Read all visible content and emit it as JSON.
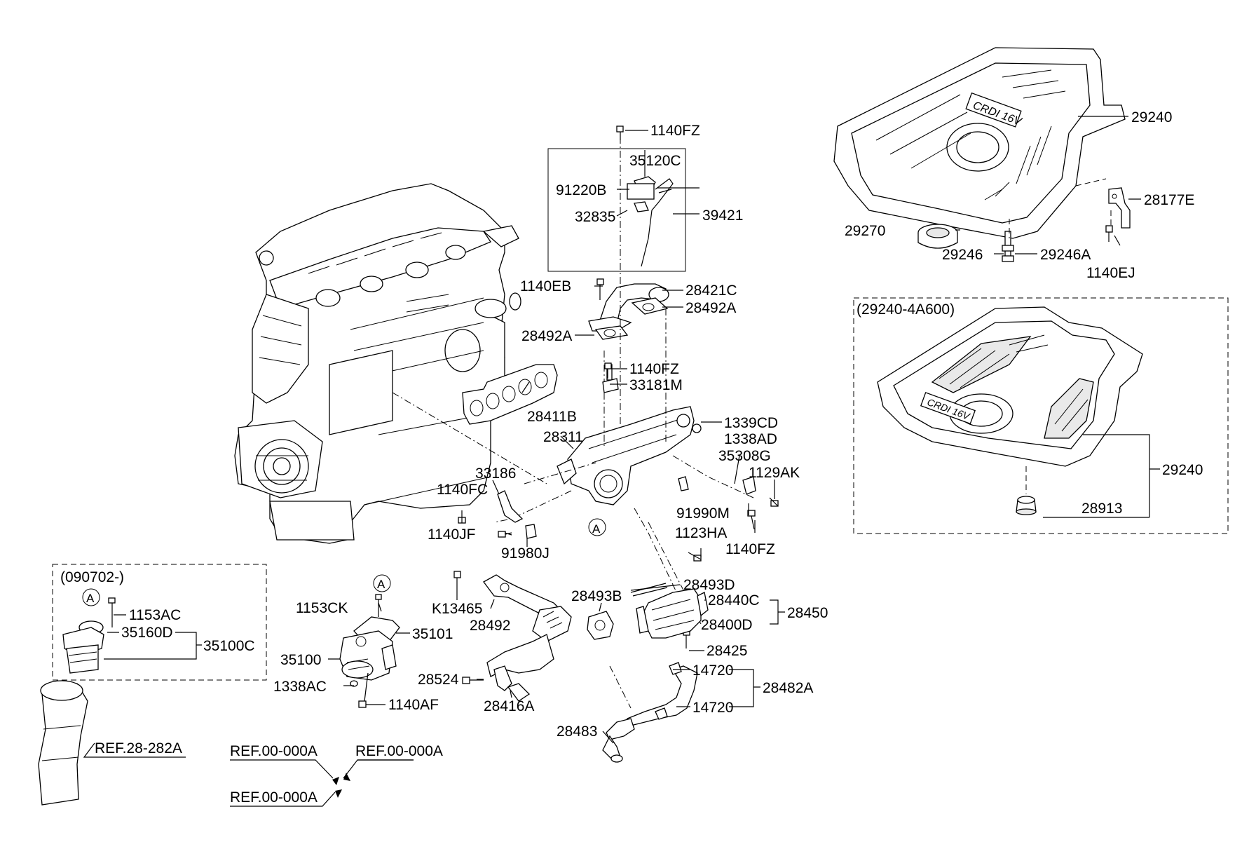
{
  "labels": {
    "l_1140FZ_top": "1140FZ",
    "l_35120C": "35120C",
    "l_91220B": "91220B",
    "l_39421": "39421",
    "l_32835": "32835",
    "l_1140EB": "1140EB",
    "l_28421C": "28421C",
    "l_28492A_r": "28492A",
    "l_28492A_l": "28492A",
    "l_1140FZ_mid": "1140FZ",
    "l_33181M": "33181M",
    "l_28411B": "28411B",
    "l_28311": "28311",
    "l_1339CD": "1339CD",
    "l_1338AD": "1338AD",
    "l_35308G": "35308G",
    "l_33186": "33186",
    "l_1129AK": "1129AK",
    "l_1140FC": "1140FC",
    "l_91990M": "91990M",
    "l_1140JF": "1140JF",
    "l_1123HA": "1123HA",
    "l_1140FZ_low": "1140FZ",
    "l_91980J": "91980J",
    "l_A_mid": "A",
    "l_29240_top": "29240",
    "l_28177E": "28177E",
    "l_29270": "29270",
    "l_29246": "29246",
    "l_29246A": "29246A",
    "l_1140EJ": "1140EJ",
    "l_variant_box": "(29240-4A600)",
    "l_29240_box": "29240",
    "l_28913": "28913",
    "l_090702": "(090702-)",
    "l_A_box": "A",
    "l_1153AC": "1153AC",
    "l_35160D": "35160D",
    "l_35100C": "35100C",
    "l_A_therm": "A",
    "l_1153CK": "1153CK",
    "l_35101": "35101",
    "l_35100": "35100",
    "l_1338AC": "1338AC",
    "l_1140AF": "1140AF",
    "l_K13465": "K13465",
    "l_28492": "28492",
    "l_28493B": "28493B",
    "l_28493D": "28493D",
    "l_28440C": "28440C",
    "l_28450": "28450",
    "l_28400D": "28400D",
    "l_28425": "28425",
    "l_28524": "28524",
    "l_28416A": "28416A",
    "l_14720_a": "14720",
    "l_28482A": "28482A",
    "l_14720_b": "14720",
    "l_28483": "28483",
    "l_ref28": "REF.28-282A",
    "l_ref00_a": "REF.00-000A",
    "l_ref00_b": "REF.00-000A",
    "l_ref00_c": "REF.00-000A",
    "logo_text": "CRDI 16V"
  }
}
